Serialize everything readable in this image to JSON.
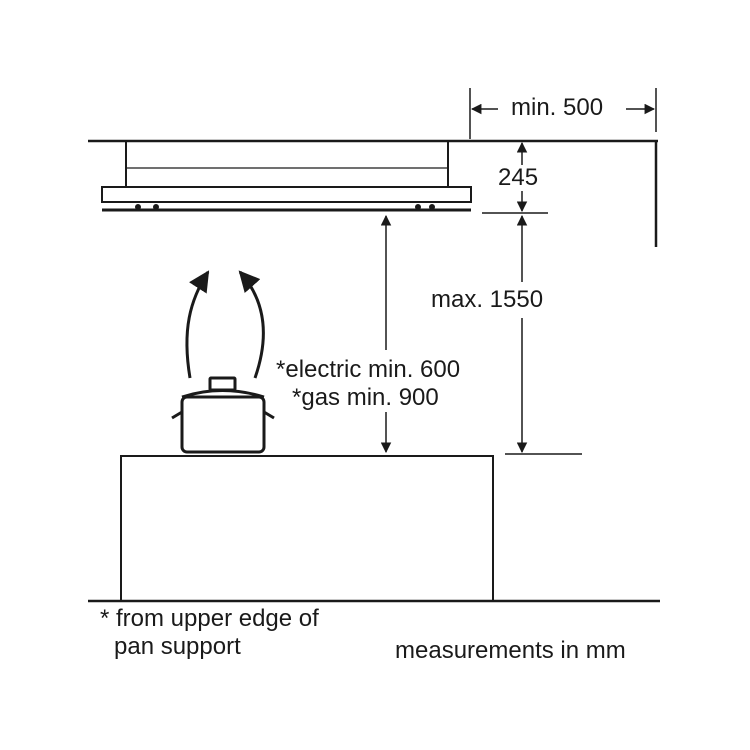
{
  "dimensions": {
    "min_side": "min. 500",
    "hood_height": "245",
    "max_height": "max. 1550",
    "electric": "*electric min. 600",
    "gas": "*gas min. 900"
  },
  "notes": {
    "footnote_line1": "* from upper edge of",
    "footnote_line2": "pan support",
    "units": "measurements in mm"
  },
  "colors": {
    "line": "#1a1a1a",
    "background": "#ffffff"
  }
}
